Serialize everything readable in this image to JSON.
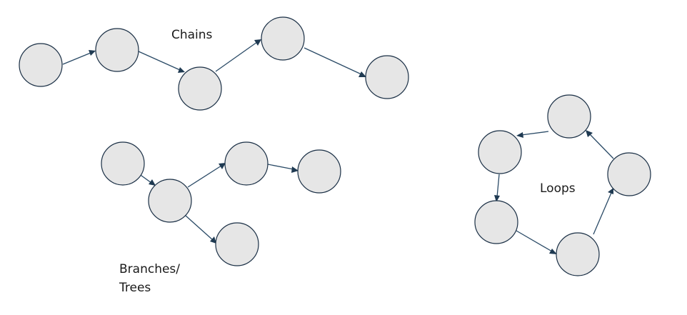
{
  "labels": {
    "chains": "Chains",
    "loops": "Loops",
    "branches_line1": "Branches/",
    "branches_line2": "Trees"
  },
  "colors": {
    "node_fill": "#e6e6e6",
    "node_stroke": "#1a2f45",
    "edge": "#2a4a66"
  }
}
